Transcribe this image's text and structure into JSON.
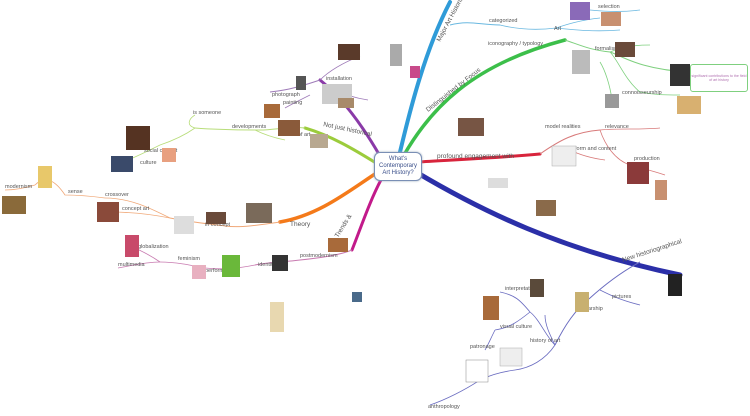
{
  "center_topic": "What's Contemporary Art History?",
  "branches": {
    "major_art_historians": "Major Art Historians",
    "distinguished_by": "Distinguished by Focus",
    "profound_engagement": "profound engagement with",
    "new_historiographical": "New historiographical",
    "trends": "Trends &",
    "theory": "Theory",
    "not_just_historical": "Not just historical"
  },
  "sub_labels": {
    "categorized": "categorized",
    "art": "Art",
    "iconography": "iconography / typology",
    "formalism": "formalism",
    "connoisseurship": "connoisseurship",
    "the_selection": "selection",
    "model_realities": "model realities",
    "relevance": "relevance",
    "form_content": "form and content",
    "production": "production",
    "photograph": "photograph",
    "installation": "installation",
    "painting": "painting",
    "works_of_art": "works of art",
    "developments": "developments",
    "is_someone": "is someone",
    "social_context": "social context",
    "culture": "culture",
    "in_concept": "in concept",
    "concept_art": "concept art",
    "crossover": "crossover",
    "sense": "sense",
    "modernism": "modernism",
    "postmodernism": "postmodernism",
    "identity": "identity",
    "feminism": "feminism",
    "globalization": "globalization",
    "multimedia": "multimedia",
    "performance": "performance",
    "pictures": "pictures",
    "scholarship": "scholarship",
    "interpretation": "interpretation",
    "visual_culture": "visual culture",
    "patronage": "patronage",
    "history_of_art": "history of art",
    "anthropology": "anthropology"
  },
  "note_text": "significant contributions to the field of art history",
  "colors": {
    "blue": "#2f9bd8",
    "green": "#3cbf4a",
    "red": "#d8243c",
    "navy": "#2b2fa8",
    "magenta": "#c21a8a",
    "orange": "#f47a1a",
    "lime": "#9ccc3c",
    "purple": "#8a3aa8",
    "light_purple": "#9e7ab8",
    "light_orange": "#f0a878",
    "light_green": "#7fd07f",
    "light_red": "#d87a7a",
    "light_navy": "#6a6cc0",
    "light_magenta": "#c87ab0",
    "light_blue": "#6ab8e0"
  }
}
